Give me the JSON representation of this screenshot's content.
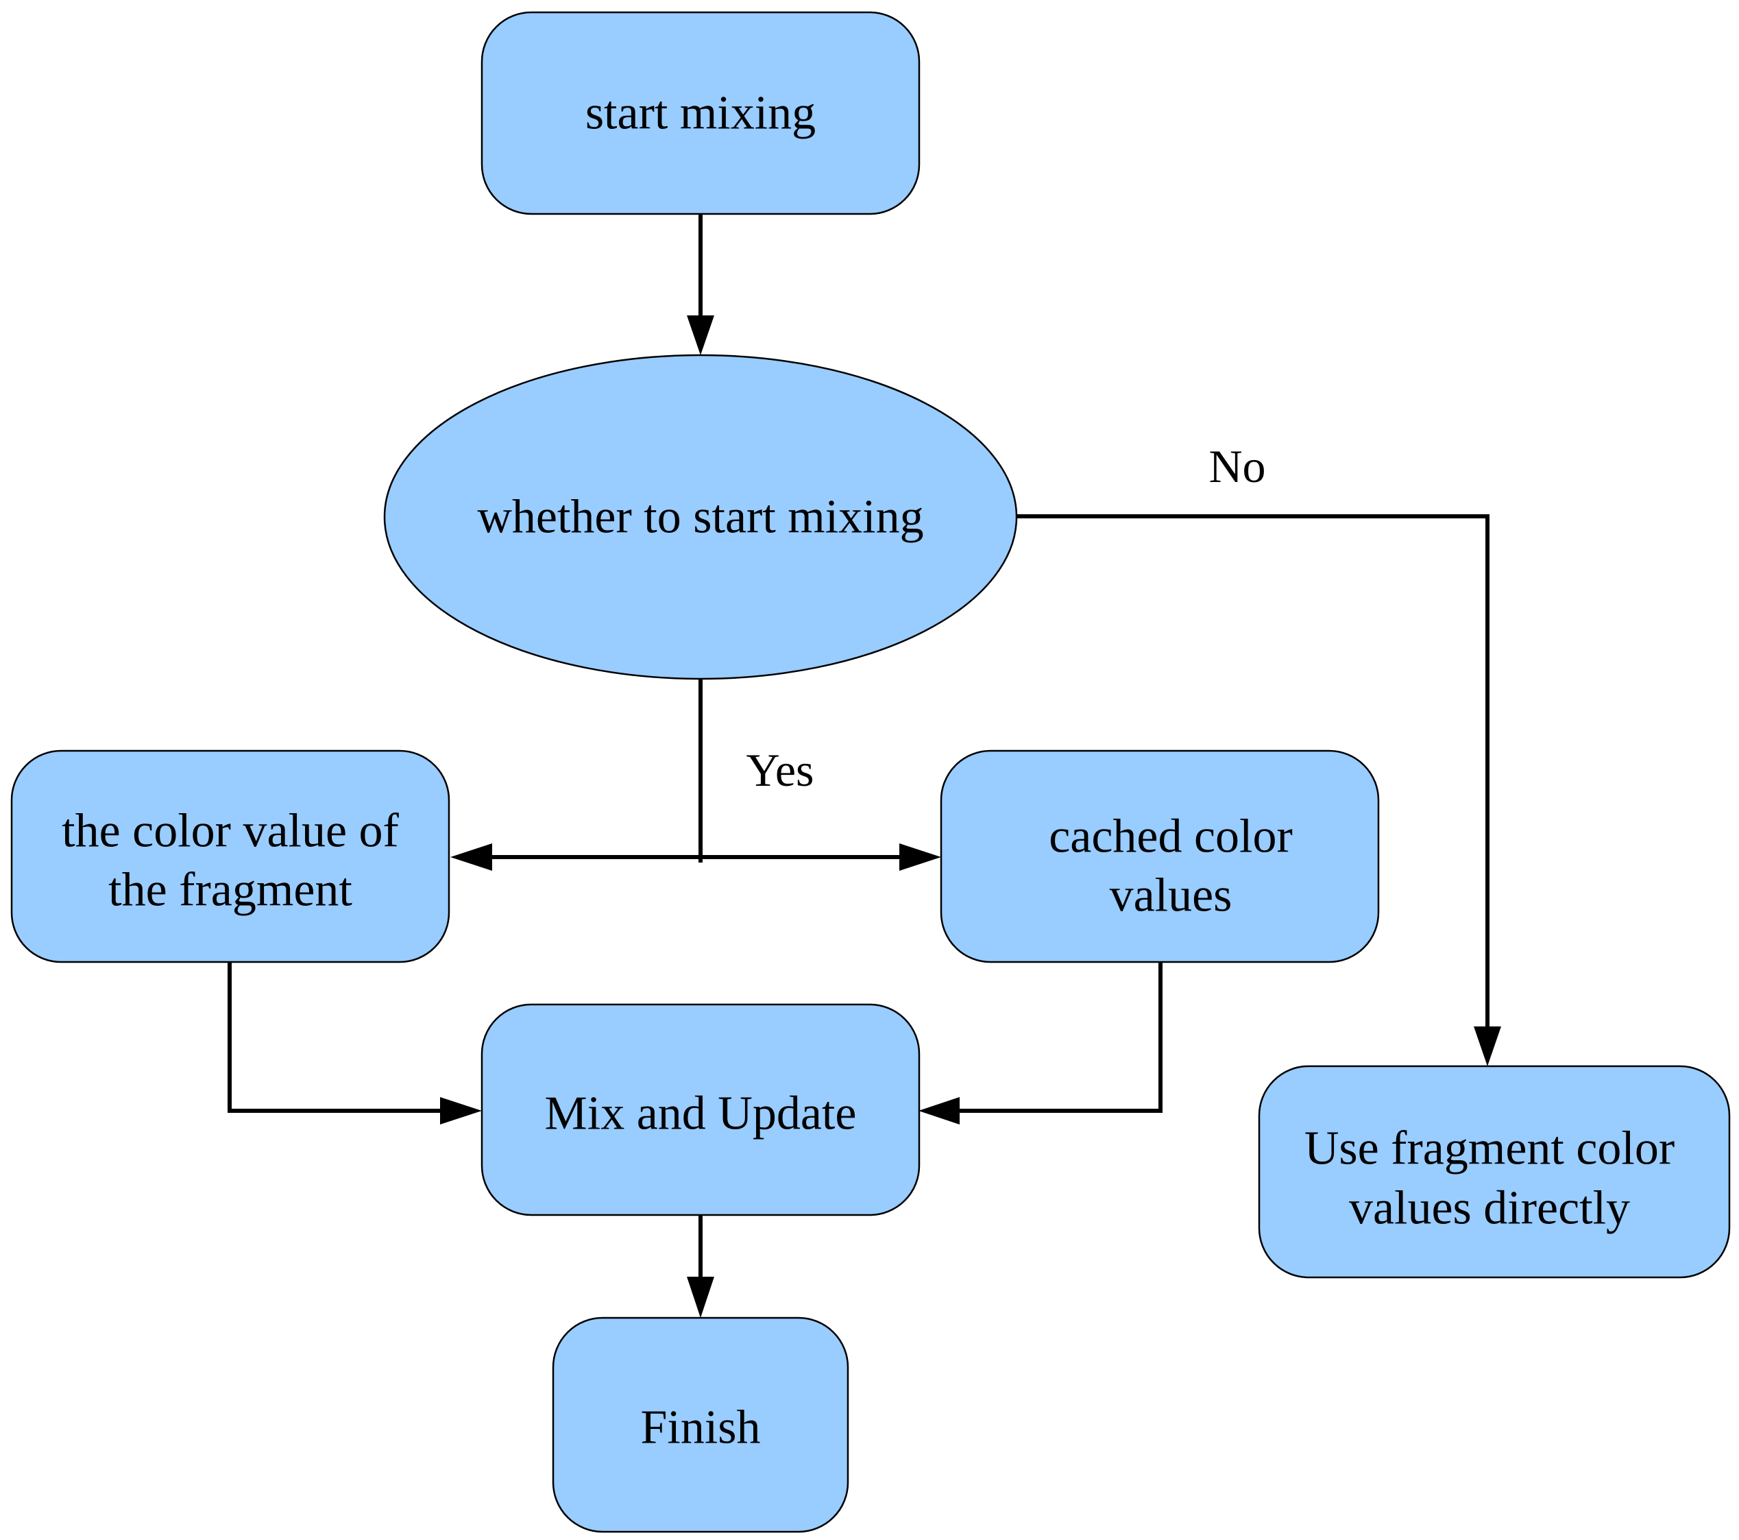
{
  "diagram": {
    "type": "flowchart",
    "colors": {
      "node_fill": "#99ccff",
      "stroke": "#000000",
      "background": "#ffffff"
    },
    "nodes": {
      "start": {
        "label": "start mixing",
        "shape": "rounded-rectangle"
      },
      "decision": {
        "label": "whether to start mixing",
        "shape": "ellipse"
      },
      "fragment_color": {
        "label_line1": "the color value of",
        "label_line2": "the fragment",
        "shape": "rounded-rectangle"
      },
      "cached_color": {
        "label_line1": "cached color",
        "label_line2": "values",
        "shape": "rounded-rectangle"
      },
      "mix_update": {
        "label": "Mix and Update",
        "shape": "rounded-rectangle"
      },
      "use_fragment": {
        "label_line1": "Use fragment color",
        "label_line2": "values directly",
        "shape": "rounded-rectangle"
      },
      "finish": {
        "label": "Finish",
        "shape": "rounded-rectangle"
      }
    },
    "edge_labels": {
      "yes": "Yes",
      "no": "No"
    },
    "edges": [
      {
        "from": "start",
        "to": "decision"
      },
      {
        "from": "decision",
        "to": "fragment_color",
        "label": "Yes"
      },
      {
        "from": "decision",
        "to": "cached_color",
        "label": "Yes"
      },
      {
        "from": "decision",
        "to": "use_fragment",
        "label": "No"
      },
      {
        "from": "fragment_color",
        "to": "mix_update"
      },
      {
        "from": "cached_color",
        "to": "mix_update"
      },
      {
        "from": "mix_update",
        "to": "finish"
      }
    ]
  }
}
